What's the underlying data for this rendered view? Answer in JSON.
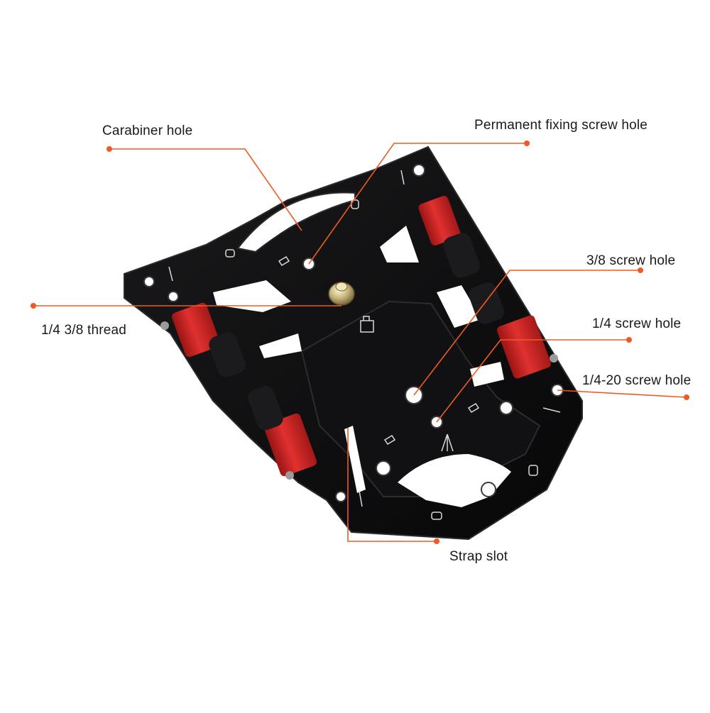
{
  "callouts": {
    "carabiner_hole": "Carabiner hole",
    "permanent_fixing": "Permanent fixing screw hole",
    "screw_38": "3/8 screw hole",
    "screw_14": "1/4 screw hole",
    "screw_1420": "1/4-20 screw hole",
    "thread_14_38": "1/4 3/8 thread",
    "strap_slot": "Strap slot"
  },
  "colors": {
    "plate": "#0d0d0f",
    "plate_edge": "#2a2a2e",
    "roller_red": "#d4282a",
    "roller_dark": "#1b1b1d",
    "callout_line": "#f05a22",
    "text": "#1a1a1a"
  },
  "icons": {
    "etched": [
      "carabiner-icon",
      "drill-icon",
      "screw-icon",
      "camera-mount-icon",
      "tripod-icon"
    ],
    "mount": "thumb-screw-icon"
  }
}
